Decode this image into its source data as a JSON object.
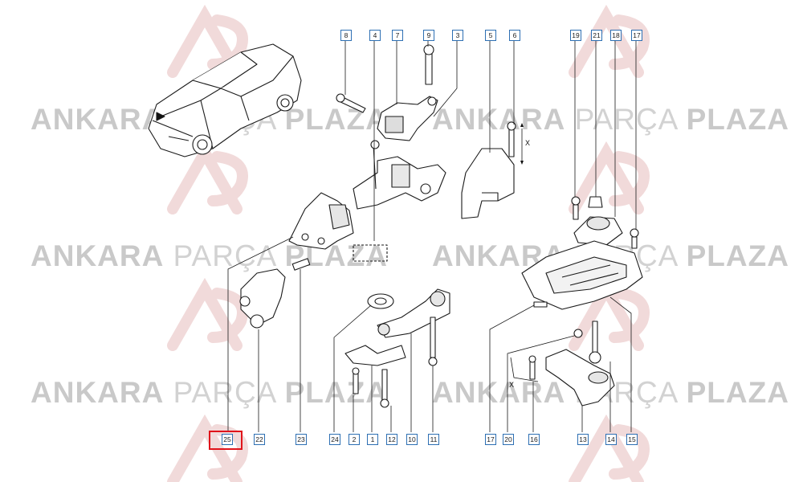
{
  "watermark": {
    "word1": "ANKARA",
    "word2": "PARÇA",
    "word3": "PLAZA",
    "logo_text": "AP"
  },
  "diagram": {
    "dimension_marker": "X",
    "part_labels": [
      "8",
      "4",
      "7",
      "9",
      "3",
      "5",
      "6",
      "19",
      "21",
      "18",
      "17",
      "25",
      "22",
      "23",
      "24",
      "2",
      "1",
      "12",
      "10",
      "11",
      "17",
      "20",
      "16",
      "13",
      "14",
      "15"
    ],
    "selected_part": "25"
  }
}
